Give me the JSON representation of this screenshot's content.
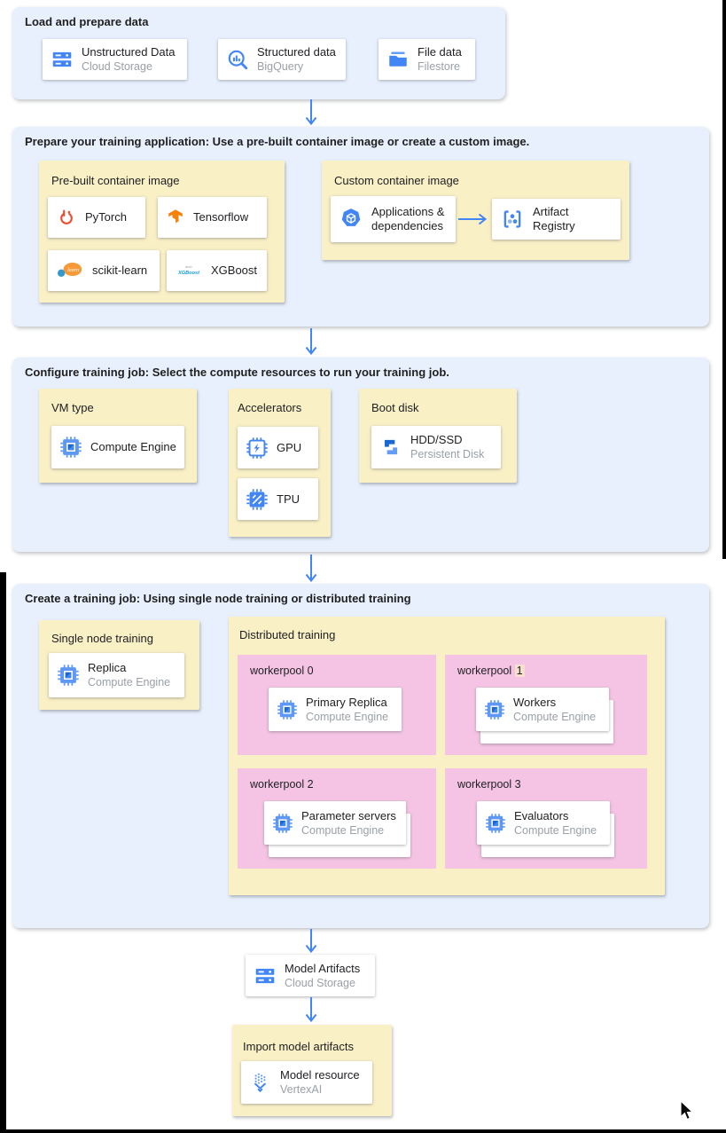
{
  "colors": {
    "section_bg": "#e8f0fe",
    "group_bg": "#faf0c6",
    "workerpool_bg": "#f5c4e4",
    "arrow": "#4285f4",
    "find_highlight": "#f8e0cd",
    "title_text": "#1f1f1f",
    "subtitle_text": "#9aa0a6"
  },
  "icons": {
    "cloud_storage": "cloud-storage-icon",
    "bigquery": "bigquery-icon",
    "filestore": "filestore-icon",
    "pytorch": "pytorch-icon",
    "tensorflow": "tensorflow-icon",
    "scikit_learn": "scikit-learn-icon",
    "xgboost": "xgboost-icon",
    "applications": "applications-dependencies-icon",
    "artifact_registry": "artifact-registry-icon",
    "compute_engine": "compute-engine-chip-icon",
    "gpu": "gpu-chip-icon",
    "tpu": "tpu-chip-icon",
    "persistent_disk": "persistent-disk-icon",
    "vertex_ai": "vertex-ai-icon",
    "cursor": "mouse-cursor-icon"
  },
  "sections": {
    "load": {
      "title": "Load and prepare data",
      "cards": [
        {
          "title": "Unstructured Data",
          "subtitle": "Cloud Storage"
        },
        {
          "title": "Structured data",
          "subtitle": "BigQuery"
        },
        {
          "title": "File data",
          "subtitle": "Filestore"
        }
      ]
    },
    "prepare": {
      "title": "Prepare your training application: Use a pre-built container image or create a custom image.",
      "prebuilt": {
        "label": "Pre-built container image",
        "cards": [
          {
            "title": "PyTorch"
          },
          {
            "title": "Tensorflow"
          },
          {
            "title": "scikit-learn"
          },
          {
            "title": "XGBoost"
          }
        ]
      },
      "custom": {
        "label": "Custom container image",
        "source_card": {
          "title": "Applications & dependencies"
        },
        "target_card": {
          "title": "Artifact Registry"
        }
      }
    },
    "configure": {
      "title": "Configure training job: Select the compute resources to run your training job.",
      "vm_type": {
        "label": "VM type",
        "card": {
          "title": "Compute Engine"
        }
      },
      "accelerators": {
        "label": "Accelerators",
        "cards": [
          {
            "title": "GPU"
          },
          {
            "title": "TPU"
          }
        ]
      },
      "boot_disk": {
        "label": "Boot disk",
        "card": {
          "title": "HDD/SSD",
          "subtitle": "Persistent Disk"
        }
      }
    },
    "create": {
      "title": "Create a training job: Using single node training or distributed training",
      "single_node": {
        "label": "Single node training",
        "card": {
          "title": "Replica",
          "subtitle": "Compute Engine"
        }
      },
      "distributed": {
        "label": "Distributed training",
        "workerpools": [
          {
            "label": "workerpool 0",
            "card": {
              "title": "Primary Replica",
              "subtitle": "Compute Engine"
            }
          },
          {
            "label_prefix": "workerpool ",
            "label_highlight": "1",
            "card": {
              "title": "Workers",
              "subtitle": "Compute Engine"
            }
          },
          {
            "label": "workerpool 2",
            "card": {
              "title": "Parameter servers",
              "subtitle": "Compute Engine"
            }
          },
          {
            "label": "workerpool 3",
            "card": {
              "title": "Evaluators",
              "subtitle": "Compute Engine"
            }
          }
        ]
      }
    },
    "model_artifacts": {
      "card": {
        "title": "Model Artifacts",
        "subtitle": "Cloud Storage"
      }
    },
    "import_model": {
      "label": "Import model artifacts",
      "card": {
        "title": "Model resource",
        "subtitle": "VertexAI"
      }
    }
  }
}
